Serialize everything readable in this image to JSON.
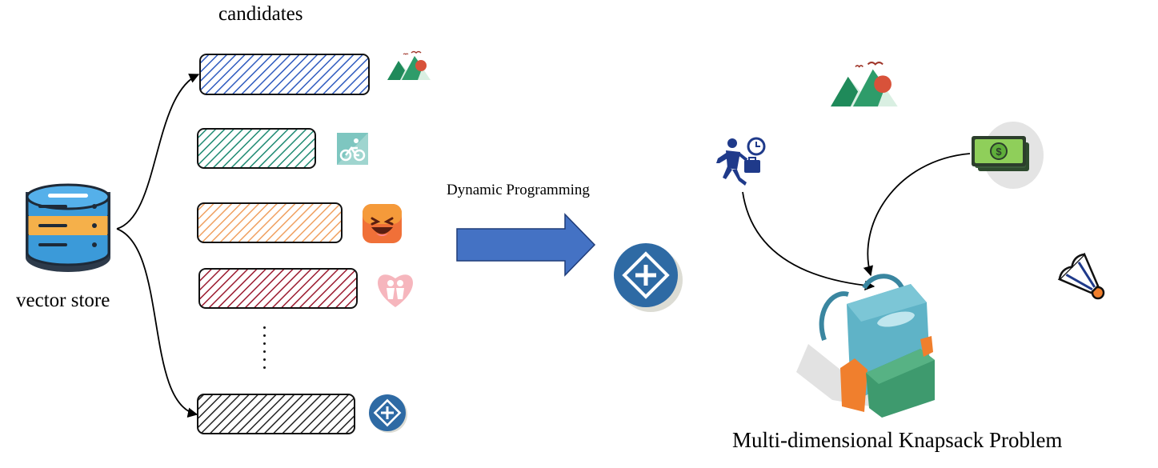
{
  "labels": {
    "candidates": "candidates",
    "vector_store": "vector store",
    "dynamic_programming": "Dynamic Programming",
    "problem": "Multi-dimensional Knapsack Problem"
  },
  "candidates": [
    {
      "color": "#2f5bbf",
      "icon": "mountain-landscape-icon"
    },
    {
      "color": "#1e8a72",
      "icon": "cyclist-icon"
    },
    {
      "color": "#f0a060",
      "icon": "laughing-face-icon"
    },
    {
      "color": "#9b1b30",
      "icon": "couple-heart-icon"
    },
    {
      "color": "#222222",
      "icon": "diamond-plus-icon"
    }
  ],
  "constraint_icons": [
    "running-businessman-clock-icon",
    "money-stack-icon",
    "mountain-landscape-icon",
    "shuttlecock-icon"
  ],
  "colors": {
    "database_blue": "#3b9ad9",
    "database_orange": "#f5b04a",
    "arrow_blue": "#4472c4",
    "node_blue": "#2e6aa4",
    "backpack_teal": "#5fb3c7",
    "backpack_green": "#3e9a6e",
    "backpack_orange": "#f07f2d"
  }
}
